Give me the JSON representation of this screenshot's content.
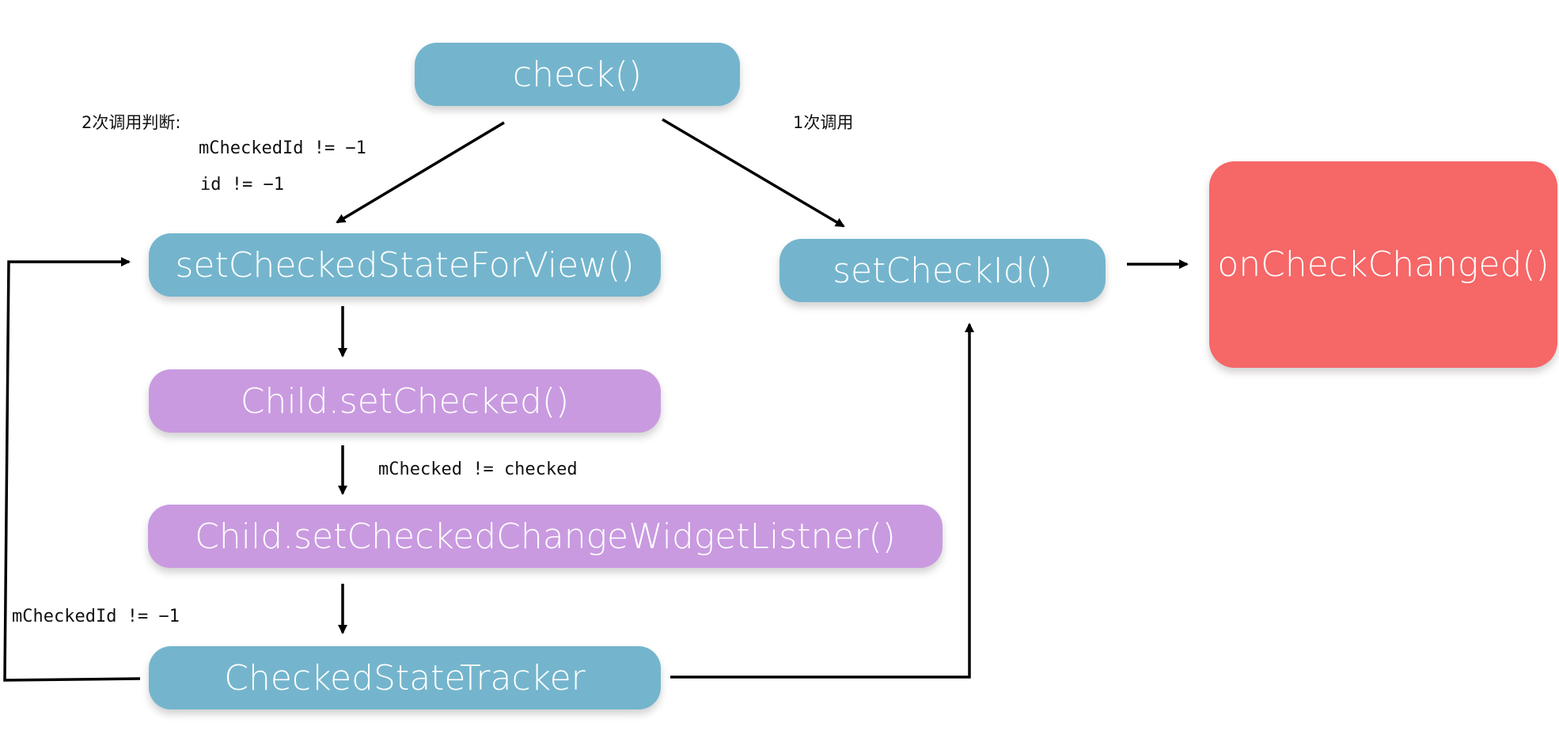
{
  "nodes": {
    "check": "check()",
    "set_checked_state_for_view": "setCheckedStateForView()",
    "set_check_id": "setCheckId()",
    "on_check_changed": "onCheckChanged()",
    "child_set_checked": "Child.setChecked()",
    "child_set_checked_change_widget_listener": "Child.setCheckedChangeWidgetListner()",
    "checked_state_tracker": "CheckedStateTracker"
  },
  "labels": {
    "two_calls_condition": "2次调用判断:",
    "m_checked_id_not_neg1": "mCheckedId != −1",
    "id_not_neg1": "id != −1",
    "one_call": "1次调用",
    "m_checked_not_checked": "mChecked != checked",
    "loop_condition": "mCheckedId != −1"
  },
  "colors": {
    "blue_node": "#74b5cd",
    "purple_node": "#c99ae0",
    "red_node": "#f66767",
    "arrow": "#000000"
  }
}
